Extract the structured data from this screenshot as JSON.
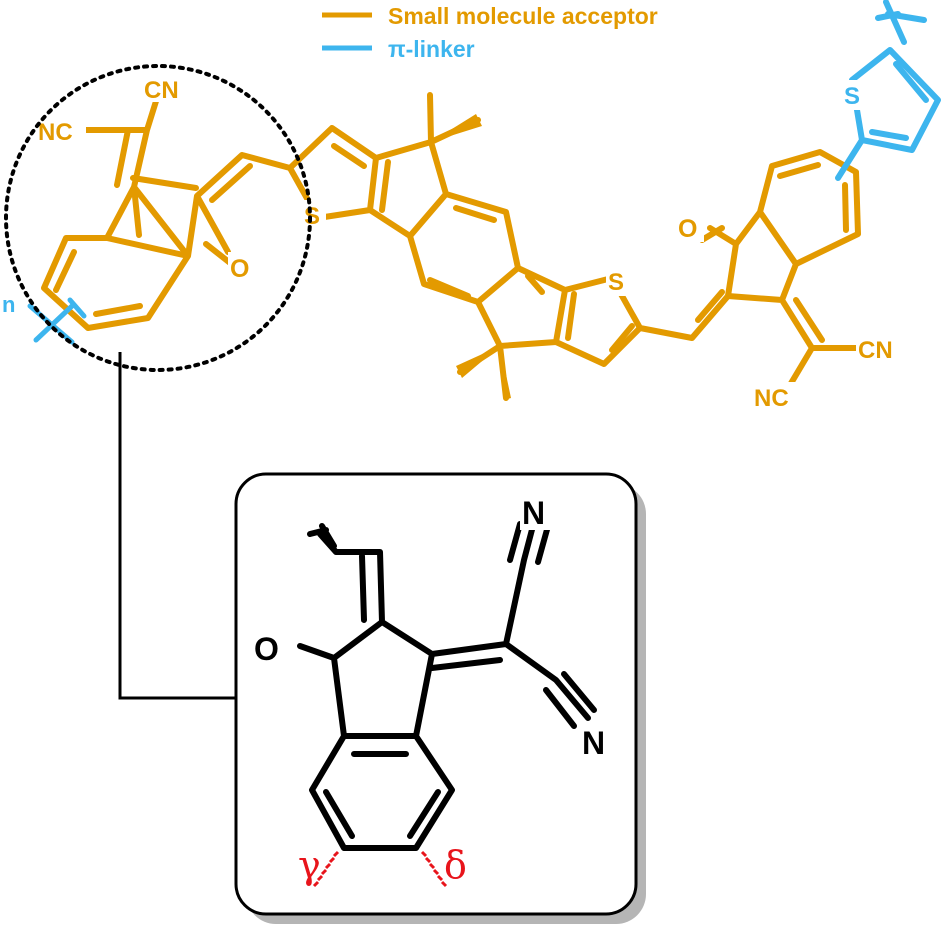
{
  "legend": {
    "items": [
      {
        "label": "Small molecule acceptor",
        "color": "#E39A00"
      },
      {
        "label": "π-linker",
        "color": "#3DB5EE"
      }
    ]
  },
  "colors": {
    "acceptor": "#E39A00",
    "linker": "#3DB5EE",
    "fragment": "#000000",
    "highlight": "#E8141B",
    "shadow": "#b5b5b5"
  },
  "polymer": {
    "repeat_label": "n",
    "atoms": {
      "cn_top": "CN",
      "nc_left": "NC",
      "o_left": "O",
      "s_left": "S",
      "s_right": "S",
      "o_right": "O",
      "cn_right": "CN",
      "nc_bottom": "NC",
      "s_linker": "S"
    }
  },
  "inset": {
    "atoms": {
      "n_top": "N",
      "o": "O",
      "n_bottom": "N"
    },
    "positions": {
      "gamma": "γ",
      "delta": "δ"
    }
  }
}
